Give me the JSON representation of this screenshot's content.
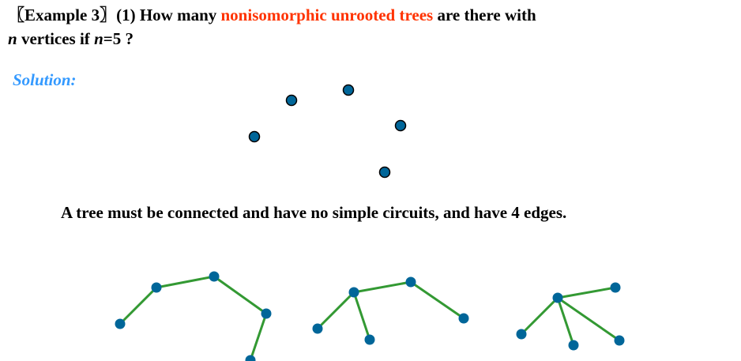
{
  "title": {
    "prefix": "〖Example 3〗(1) How many ",
    "highlight": "nonisomorphic unrooted trees",
    "suffix": " are there with",
    "line2_var": "n",
    "line2_mid": " vertices if ",
    "line2_var2": "n",
    "line2_end": "=5 ?"
  },
  "solution_label": "Solution:",
  "statement": "A tree must be connected and have no simple circuits, and have 4 edges.",
  "colors": {
    "highlight": "#ff3300",
    "solution": "#3399ff",
    "vertex_fill": "#006699",
    "edge": "#339933"
  }
}
